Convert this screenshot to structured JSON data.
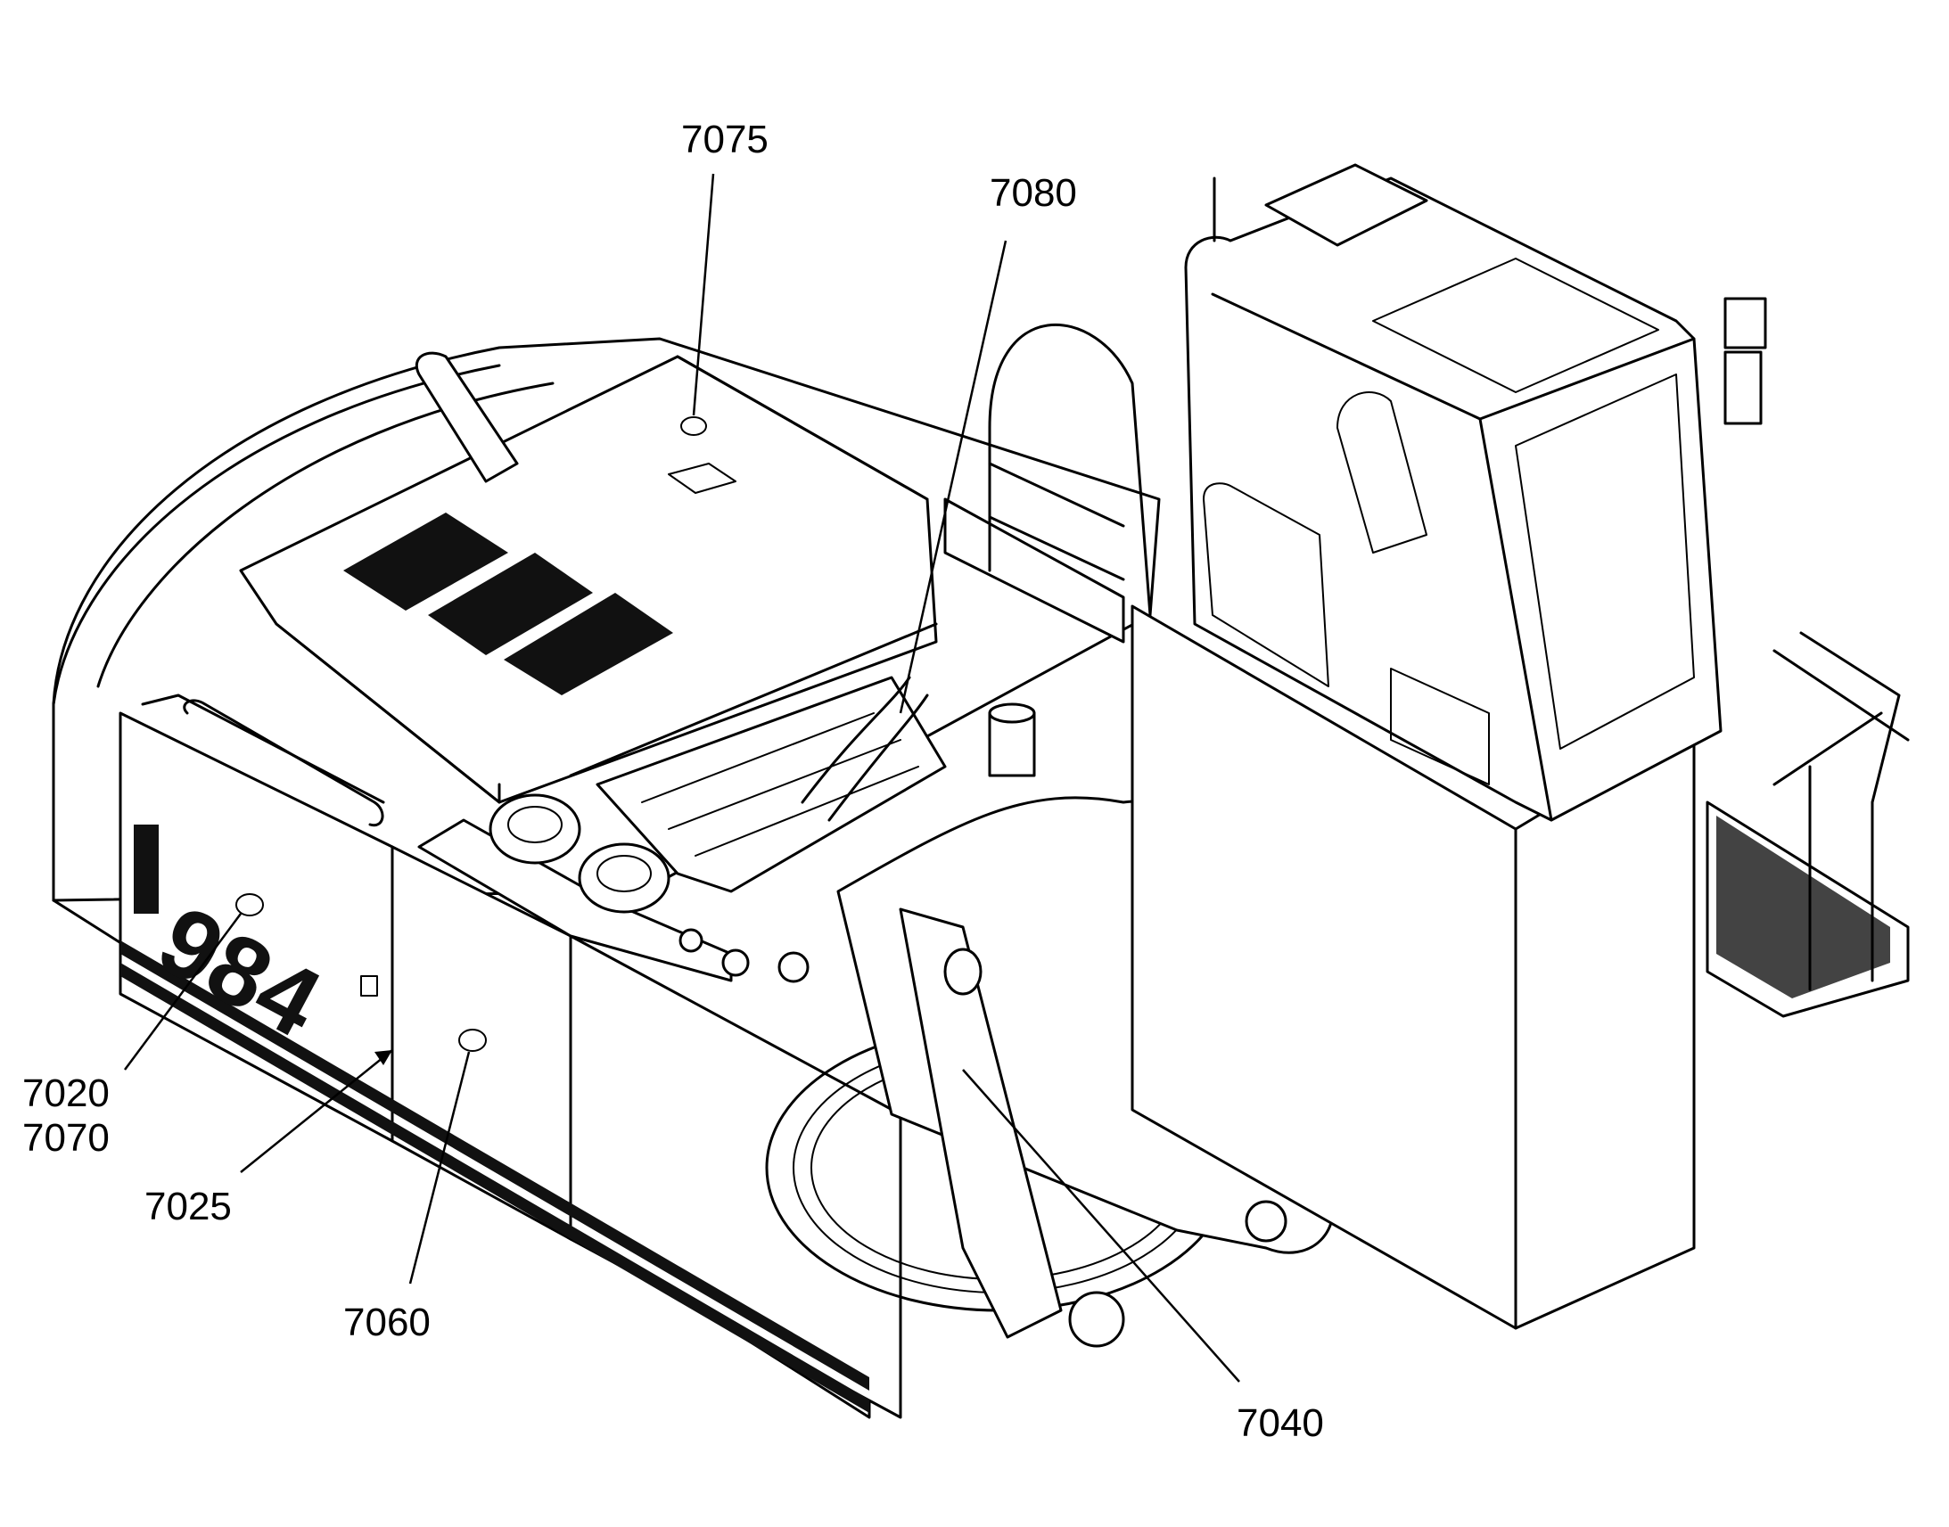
{
  "callouts": {
    "c7075": "7075",
    "c7080": "7080",
    "c7020": "7020",
    "c7070": "7070",
    "c7025": "7025",
    "c7060": "7060",
    "c7040": "7040"
  },
  "machine_model": "984"
}
